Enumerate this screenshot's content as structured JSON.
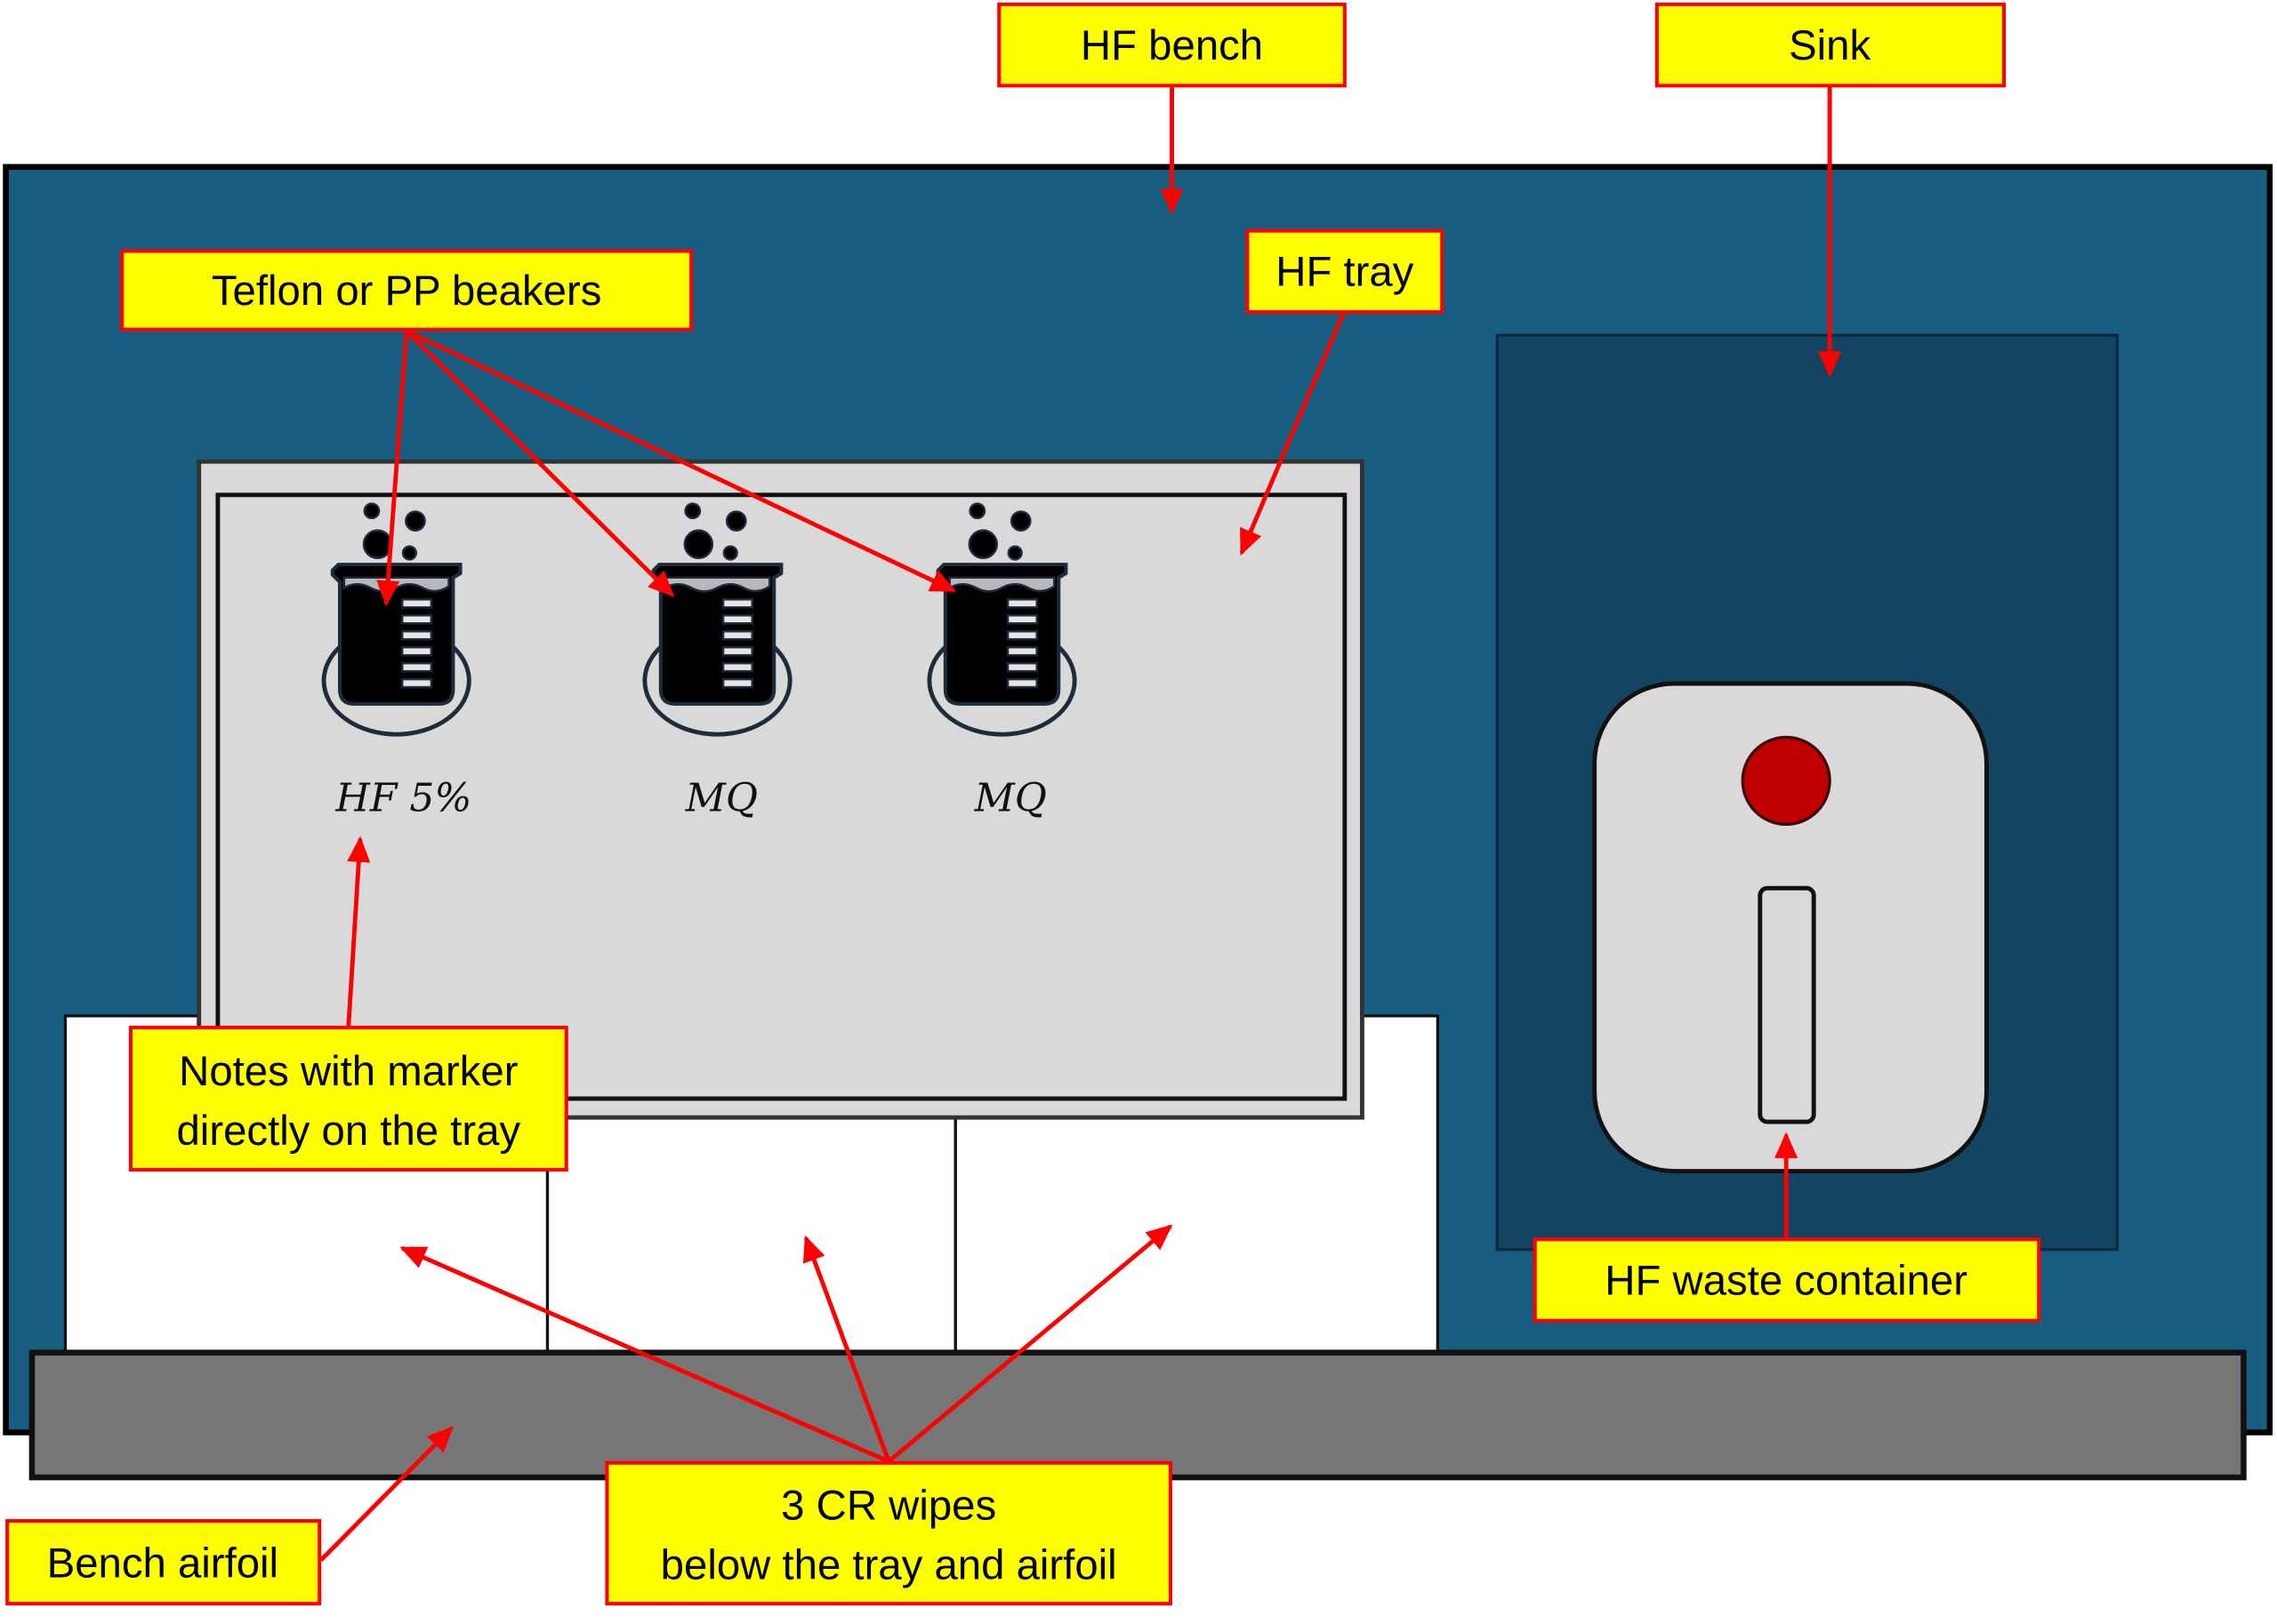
{
  "labels": {
    "hf_bench": "HF bench",
    "sink": "Sink",
    "beakers": "Teflon or PP beakers",
    "hf_tray": "HF tray",
    "notes": [
      "Notes with marker",
      "directly on the tray"
    ],
    "hf_waste_container": "HF waste container",
    "cr_wipes": [
      "3 CR wipes",
      "below the tray and airfoil"
    ],
    "bench_airfoil": "Bench airfoil"
  },
  "tray_notes": [
    "HF 5%",
    "MQ",
    "MQ"
  ],
  "icons": {
    "beakers": "beaker-icon",
    "waste_container": "waste-container-icon"
  },
  "colors": {
    "bench": "#185e80",
    "sink": "#134562",
    "tray": "#d9d9d9",
    "wipes": "#ffffff",
    "airfoil": "#767676",
    "label_fill": "#ffff00",
    "label_border": "#ff0000",
    "arrow": "#ff0000",
    "beaker_hf": "#3ed35a",
    "beaker_mq": "#4a8fd8",
    "waste_cap": "#c00000"
  }
}
